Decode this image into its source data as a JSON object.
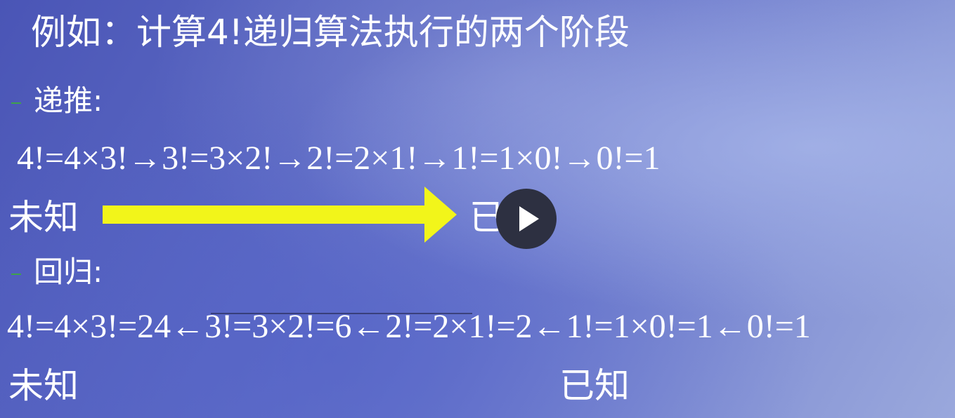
{
  "slide": {
    "title": "例如：计算4!递归算法执行的两个阶段",
    "recursion_heading": "递推:",
    "recursion_formula": "4!=4×3!→3!=3×2!→2!=2×1!→1!=1×0!→0!=1",
    "unknown_label_1": "未知",
    "known_label_1": "已知",
    "return_heading": "回归:",
    "return_formula": "4!=4×3!=24←3!=3×2!=6←2!=2×1!=2←1!=1×0!=1←0!=1",
    "unknown_label_2": "未知",
    "known_label_2": "已知"
  },
  "colors": {
    "arrow": "#f2f51a",
    "text": "#ffffff",
    "play_button": "#2d3041"
  },
  "video_overlay": {
    "play_icon": "play-icon"
  }
}
